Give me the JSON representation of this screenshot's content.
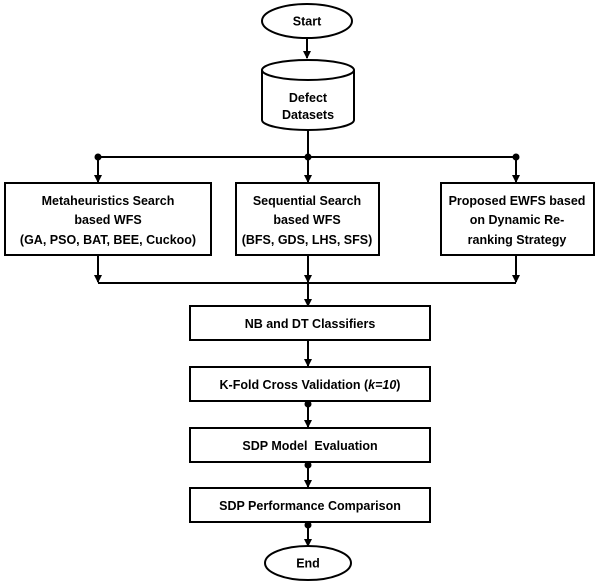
{
  "nodes": {
    "start": "Start",
    "datasets": [
      "Defect",
      "Datasets"
    ],
    "meta": [
      "Metaheuristics Search",
      "based WFS",
      "(GA, PSO, BAT, BEE, Cuckoo)"
    ],
    "seq": [
      "Sequential Search",
      "based WFS",
      "(BFS, GDS, LHS, SFS)"
    ],
    "ewfs": [
      "Proposed EWFS based",
      "on Dynamic Re-",
      "ranking Strategy"
    ],
    "classifiers": "NB and DT Classifiers",
    "kfold": {
      "prefix": "K-Fold Cross Validation (",
      "italic": "k=10",
      "suffix": ")"
    },
    "evaluation": "SDP Model  Evaluation",
    "comparison": "SDP Performance Comparison",
    "end": "End"
  }
}
